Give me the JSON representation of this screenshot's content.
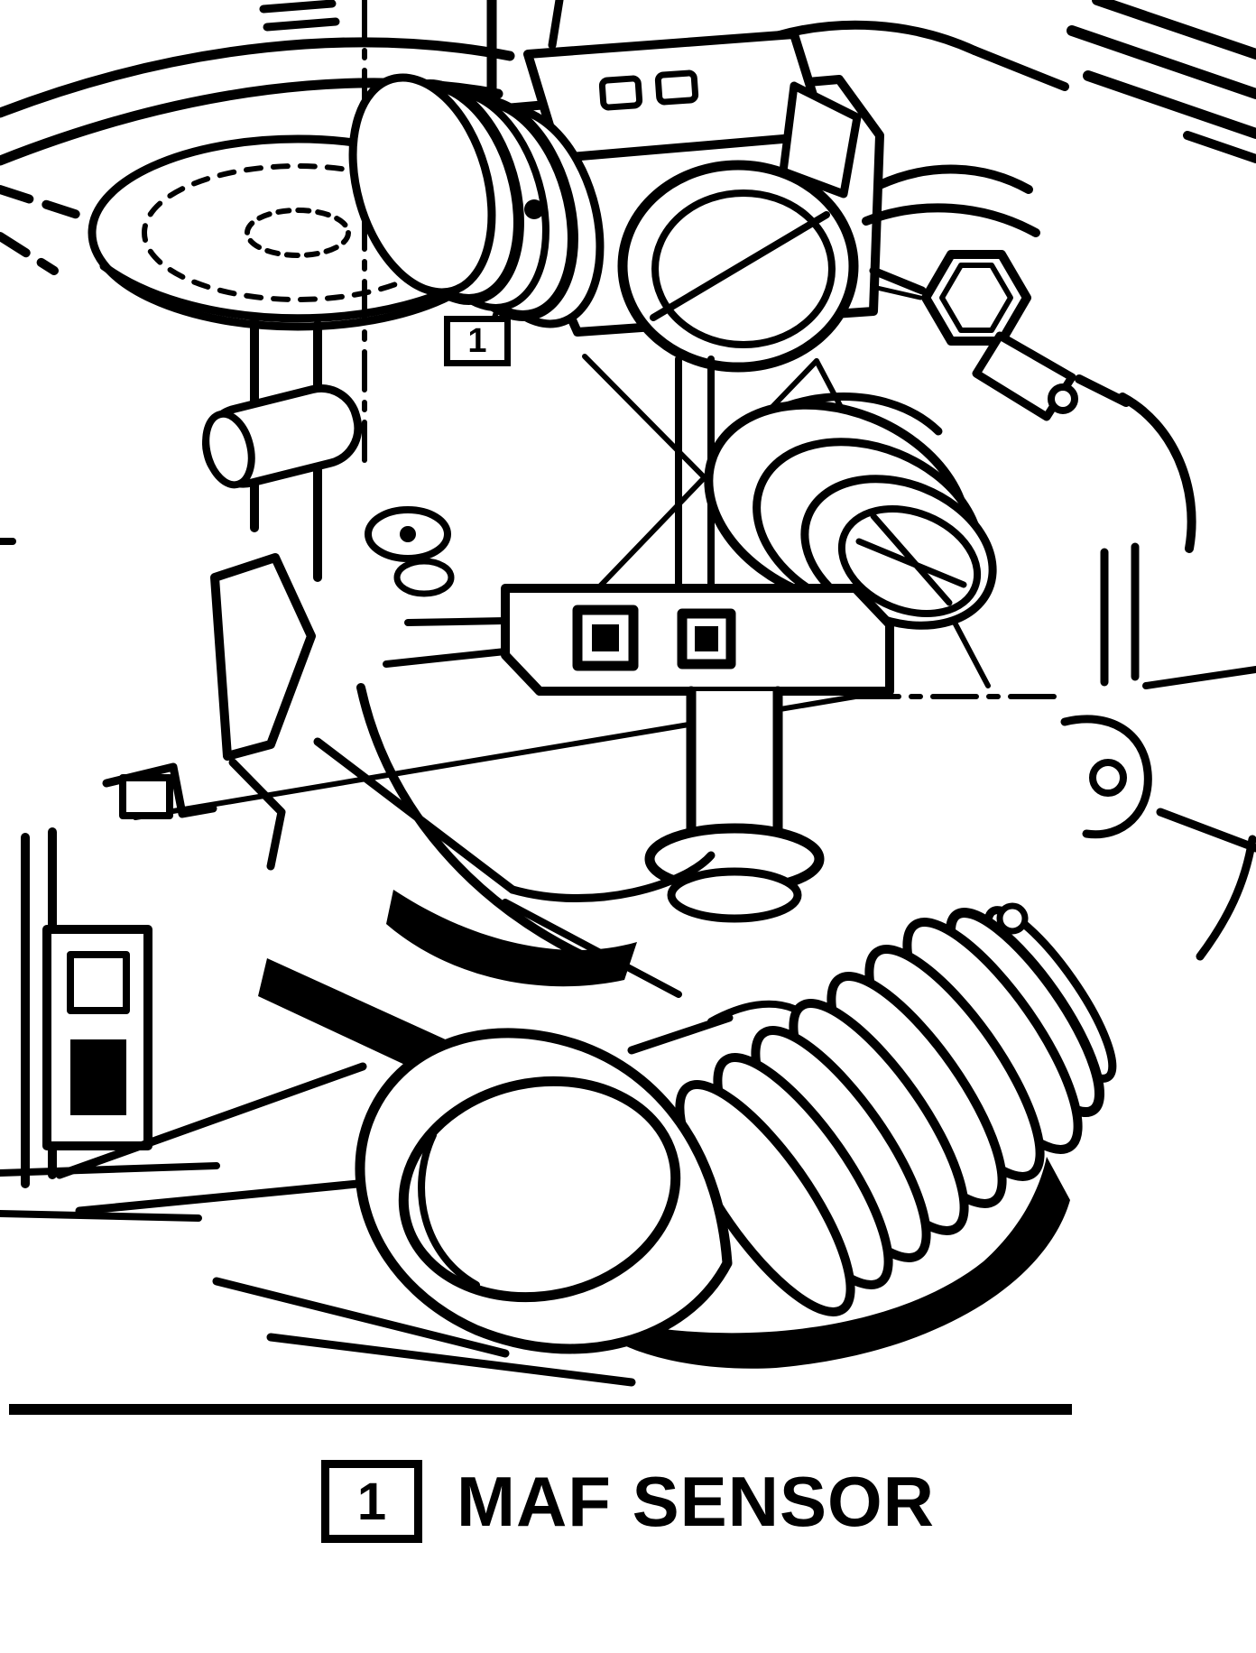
{
  "figure": {
    "callout_number": "1"
  },
  "legend": {
    "item_number": "1",
    "item_label": "MAF SENSOR"
  }
}
